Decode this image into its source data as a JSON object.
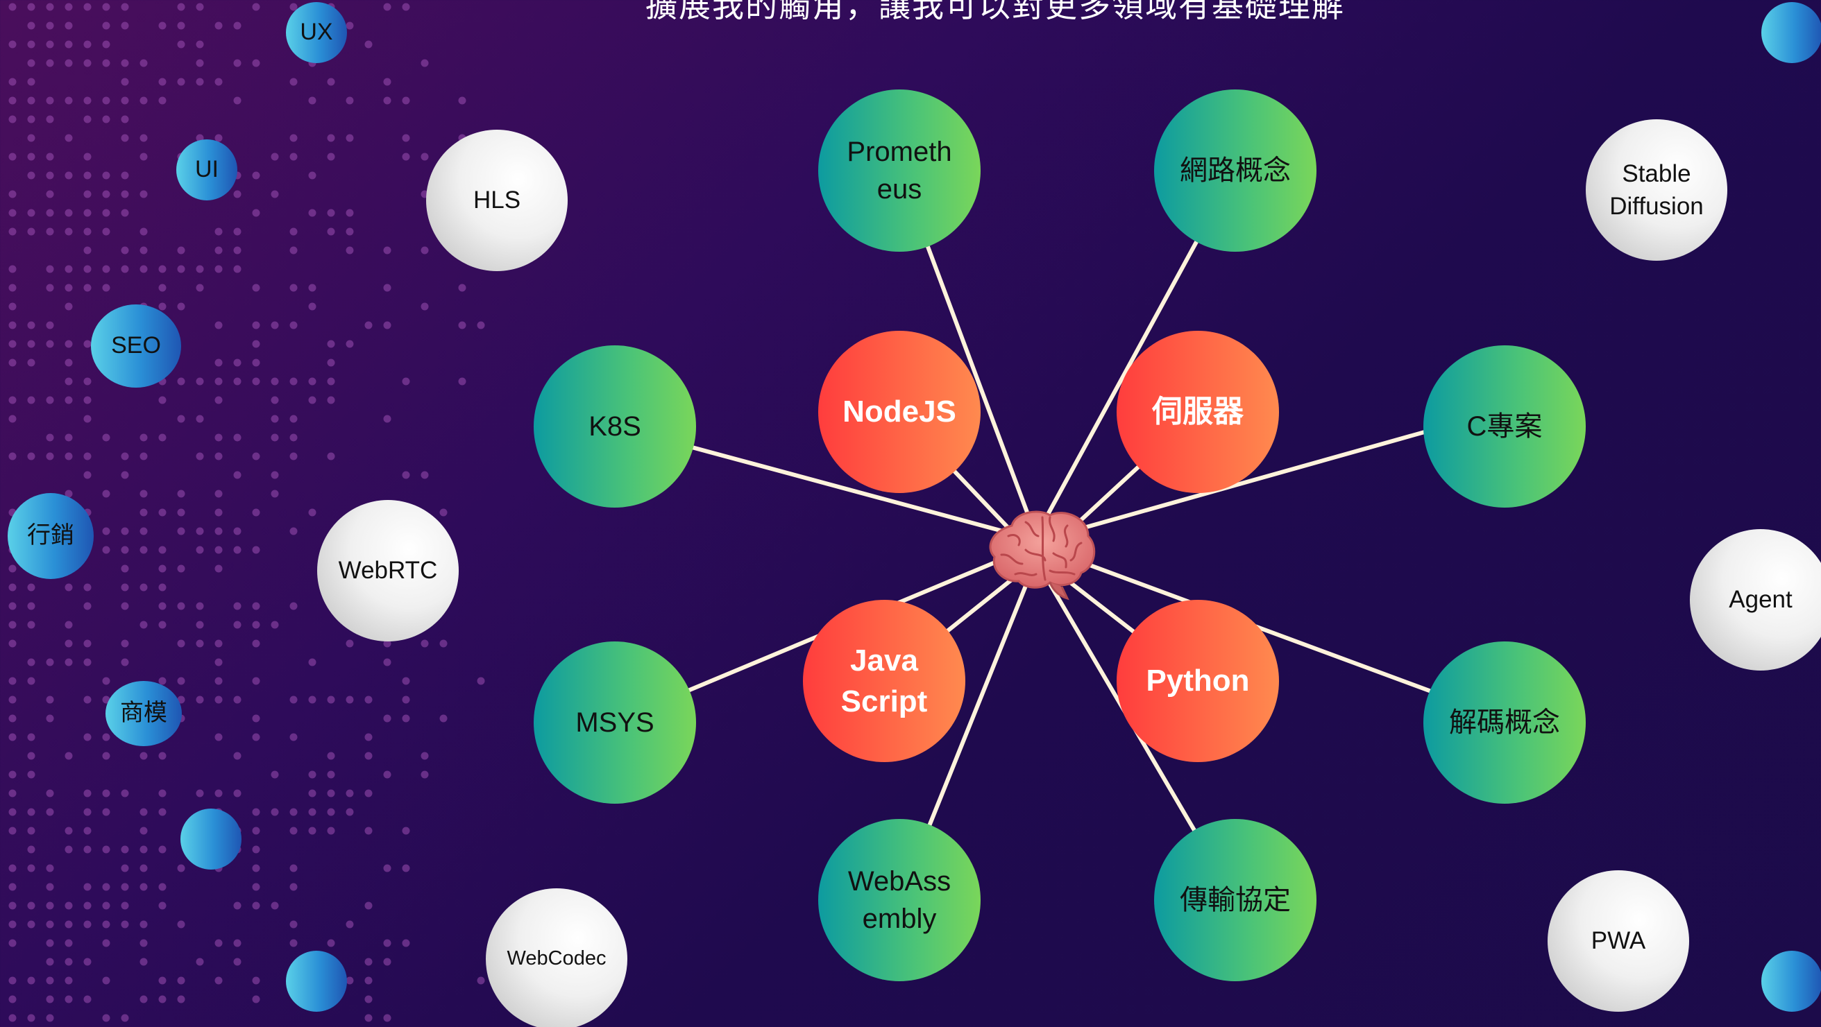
{
  "title": "擴展我的觸角，讓我可以對更多領域有基礎理解",
  "center": {
    "icon": "brain-icon"
  },
  "core_skills": [
    {
      "id": "nodejs",
      "label": "NodeJS"
    },
    {
      "id": "server",
      "label": "伺服器"
    },
    {
      "id": "javascript",
      "label": "Java\nScript"
    },
    {
      "id": "python",
      "label": "Python"
    }
  ],
  "skills": [
    {
      "id": "prometheus",
      "label": "Prometh\neus"
    },
    {
      "id": "network",
      "label": "網路概念"
    },
    {
      "id": "k8s",
      "label": "K8S"
    },
    {
      "id": "c-project",
      "label": "C專案"
    },
    {
      "id": "msys",
      "label": "MSYS"
    },
    {
      "id": "decode",
      "label": "解碼概念"
    },
    {
      "id": "webassembly",
      "label": "WebAss\nembly"
    },
    {
      "id": "protocol",
      "label": "傳輸協定"
    }
  ],
  "exploring": [
    {
      "id": "hls",
      "label": "HLS"
    },
    {
      "id": "webrtc",
      "label": "WebRTC"
    },
    {
      "id": "webcodec",
      "label": "WebCodec"
    },
    {
      "id": "stable-diffusion",
      "label": "Stable\nDiffusion"
    },
    {
      "id": "agent",
      "label": "Agent"
    },
    {
      "id": "pwa",
      "label": "PWA"
    }
  ],
  "soft_skills": [
    {
      "id": "ux",
      "label": "UX"
    },
    {
      "id": "ui",
      "label": "UI"
    },
    {
      "id": "seo",
      "label": "SEO"
    },
    {
      "id": "marketing",
      "label": "行銷"
    },
    {
      "id": "business-model",
      "label": "商模"
    },
    {
      "id": "blank-1",
      "label": ""
    },
    {
      "id": "blank-2",
      "label": ""
    },
    {
      "id": "blank-3",
      "label": ""
    },
    {
      "id": "blank-4",
      "label": ""
    }
  ],
  "colors": {
    "core": "#ff5a3d",
    "skill": "#3bbf85",
    "explore": "#e8e8e8",
    "small": "#3a9be0",
    "line": "#fff3dc",
    "dot": "#9a4fb0"
  }
}
